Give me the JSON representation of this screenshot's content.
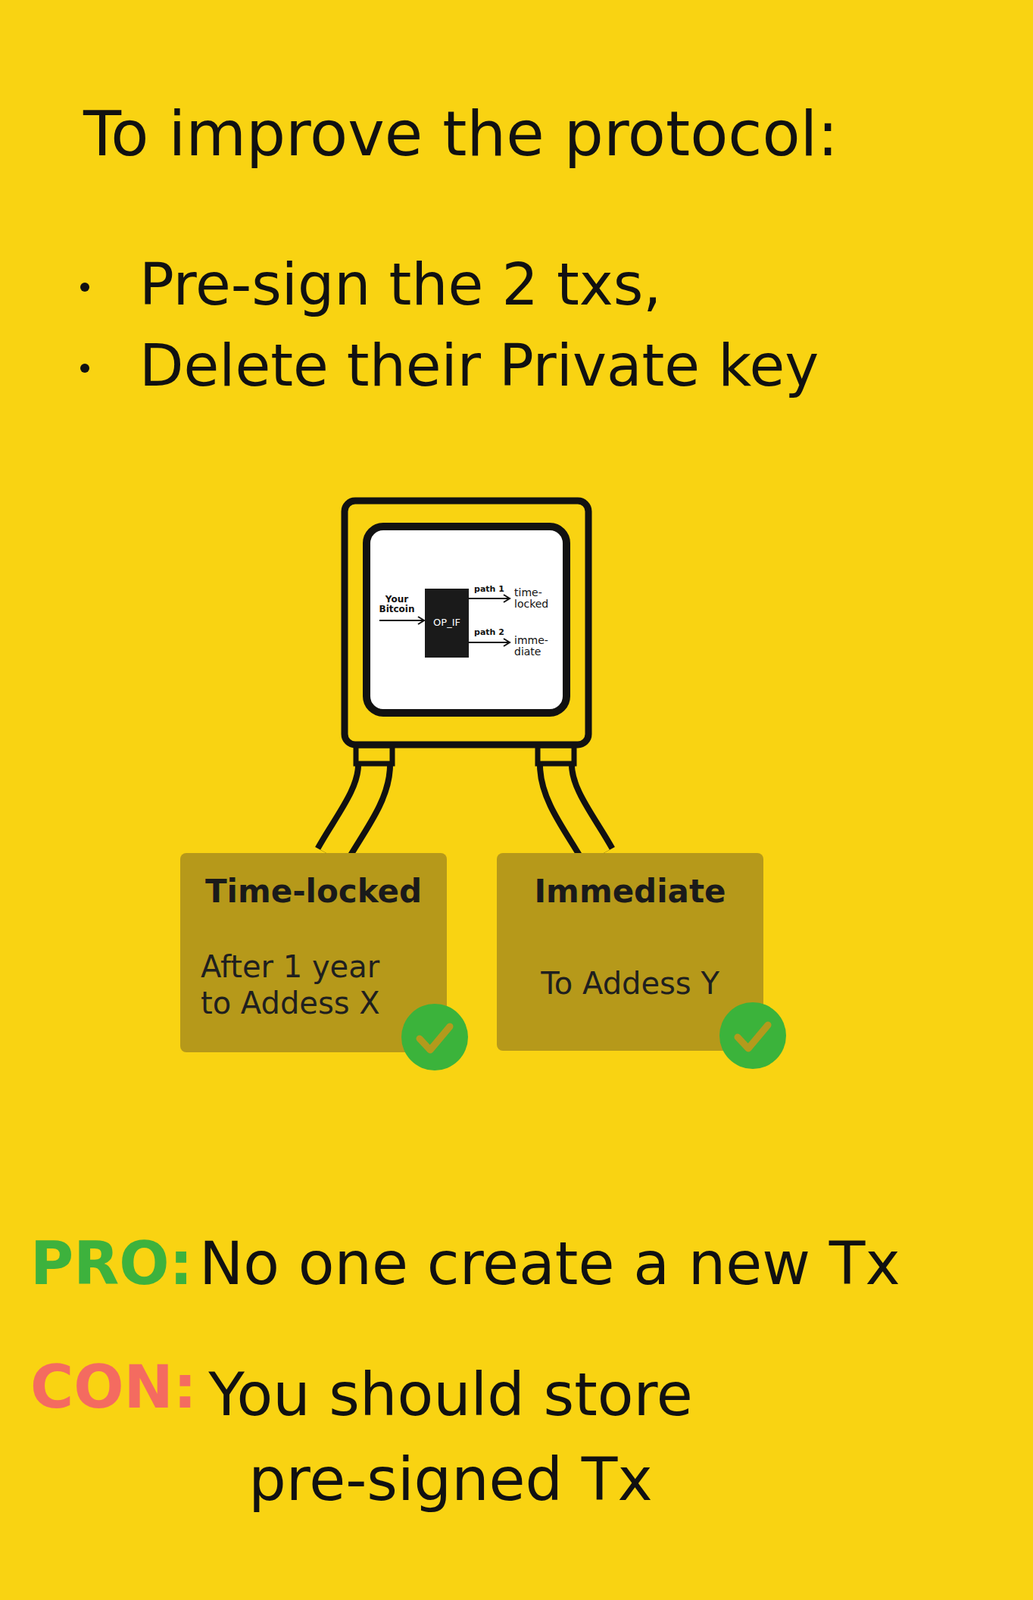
{
  "diagram": {
    "title": "To improve the protocol:",
    "nodes": [
      {
        "text": [
          "Time-locked",
          "After 1 year to Addess X"
        ]
      },
      {
        "text": [
          "Immediate",
          "To Addess Y"
        ]
      }
    ],
    "labels": [
      "Pre-sign the 2 txs,",
      "Delete their Private key",
      "Your Bitcoin",
      "OP_IF",
      "path 1",
      "time- locked",
      "path 2",
      "imme- diate",
      "PRO:",
      "No one create a new Tx",
      "CON:",
      "You should store pre-signed Tx"
    ]
  }
}
